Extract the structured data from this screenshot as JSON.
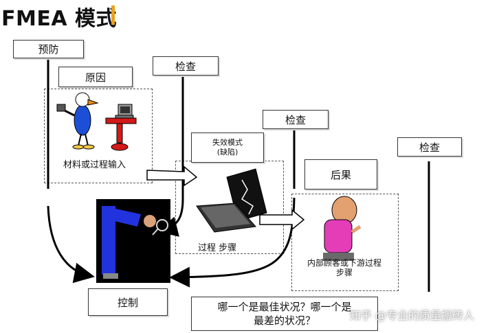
{
  "title": "FMEA 模式",
  "colors": {
    "accent": "#e8a21a",
    "control_bg": "#000000"
  },
  "boxes": {
    "prevent": "预防",
    "cause": "原因",
    "check1": "检查",
    "check2": "检查",
    "check3": "检查",
    "failure_mode": "失效模式",
    "failure_mode_sub": "(缺陷)",
    "consequence": "后果",
    "control": "控制"
  },
  "labels": {
    "material_input": "材料或过程输入",
    "process_step": "过程 步骤",
    "customer_line1": "内部顾客或下游过程",
    "customer_line2": "步骤"
  },
  "question": {
    "line1": "哪一个是最佳状况？哪一个是",
    "line2": "最差的状况？"
  },
  "watermark": "知乎 @专业的质量搬砖人",
  "icons": [
    "duck-hammer-icon",
    "computer-icon",
    "laptop-icon",
    "worker-inspector-icon",
    "thinking-man-icon"
  ]
}
